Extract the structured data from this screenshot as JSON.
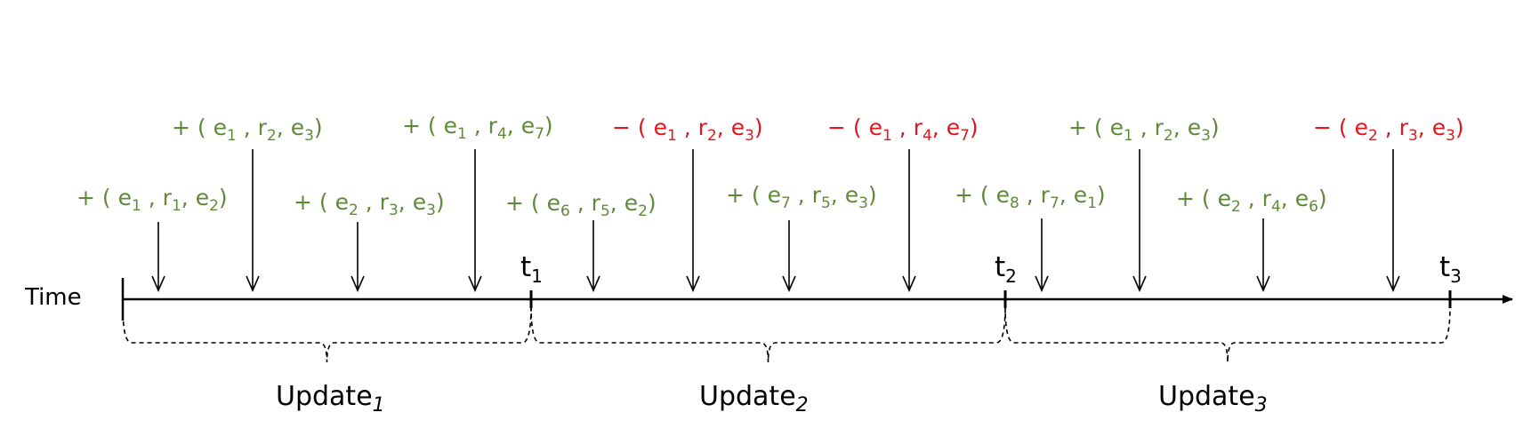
{
  "colors": {
    "add": "#5f8a3a",
    "remove": "#e0171e",
    "axis": "#000000",
    "text": "#000000"
  },
  "axis_label": "Time",
  "ticks": [
    {
      "base": "t",
      "sub": "1"
    },
    {
      "base": "t",
      "sub": "2"
    },
    {
      "base": "t",
      "sub": "3"
    }
  ],
  "updates": [
    {
      "base": "Update",
      "sub": "1"
    },
    {
      "base": "Update",
      "sub": "2"
    },
    {
      "base": "Update",
      "sub": "3"
    }
  ],
  "events": [
    {
      "op": "+",
      "type": "add",
      "h": "e",
      "hs": "1",
      "r": "r",
      "rs": "1",
      "t": "e",
      "ts": "2"
    },
    {
      "op": "+",
      "type": "add",
      "h": "e",
      "hs": "1",
      "r": "r",
      "rs": "2",
      "t": "e",
      "ts": "3"
    },
    {
      "op": "+",
      "type": "add",
      "h": "e",
      "hs": "2",
      "r": "r",
      "rs": "3",
      "t": "e",
      "ts": "3"
    },
    {
      "op": "+",
      "type": "add",
      "h": "e",
      "hs": "1",
      "r": "r",
      "rs": "4",
      "t": "e",
      "ts": "7"
    },
    {
      "op": "+",
      "type": "add",
      "h": "e",
      "hs": "6",
      "r": "r",
      "rs": "5",
      "t": "e",
      "ts": "2"
    },
    {
      "op": "−",
      "type": "remove",
      "h": "e",
      "hs": "1",
      "r": "r",
      "rs": "2",
      "t": "e",
      "ts": "3"
    },
    {
      "op": "+",
      "type": "add",
      "h": "e",
      "hs": "7",
      "r": "r",
      "rs": "5",
      "t": "e",
      "ts": "3"
    },
    {
      "op": "−",
      "type": "remove",
      "h": "e",
      "hs": "1",
      "r": "r",
      "rs": "4",
      "t": "e",
      "ts": "7"
    },
    {
      "op": "+",
      "type": "add",
      "h": "e",
      "hs": "8",
      "r": "r",
      "rs": "7",
      "t": "e",
      "ts": "1"
    },
    {
      "op": "+",
      "type": "add",
      "h": "e",
      "hs": "1",
      "r": "r",
      "rs": "2",
      "t": "e",
      "ts": "3"
    },
    {
      "op": "+",
      "type": "add",
      "h": "e",
      "hs": "2",
      "r": "r",
      "rs": "4",
      "t": "e",
      "ts": "6"
    },
    {
      "op": "−",
      "type": "remove",
      "h": "e",
      "hs": "2",
      "r": "r",
      "rs": "3",
      "t": "e",
      "ts": "3"
    }
  ]
}
